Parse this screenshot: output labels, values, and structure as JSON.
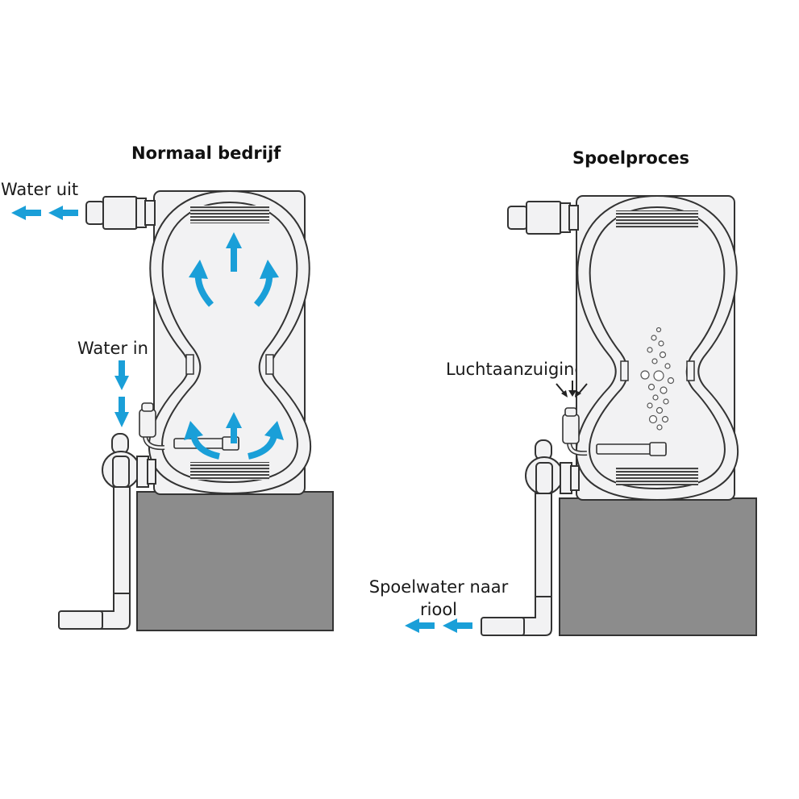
{
  "panels": {
    "normal": {
      "title": "Normaal bedrijf",
      "water_out_label": "Water uit",
      "water_in_label": "Water in"
    },
    "flush": {
      "title": "Spoelproces",
      "air_intake_label": "Luchtaanzuiging",
      "drain_label_line1": "Spoelwater naar",
      "drain_label_line2": "riool"
    }
  },
  "colors": {
    "flow_arrow": "#1a9fd8",
    "outline": "#333333",
    "filter_body": "#f2f2f3",
    "base_block": "#8c8c8c",
    "grid_band": "#454545"
  },
  "icons": {
    "flow": "arrow-icon",
    "air": "air-intake-arrow-icon",
    "bubbles": "bubble-icon"
  }
}
